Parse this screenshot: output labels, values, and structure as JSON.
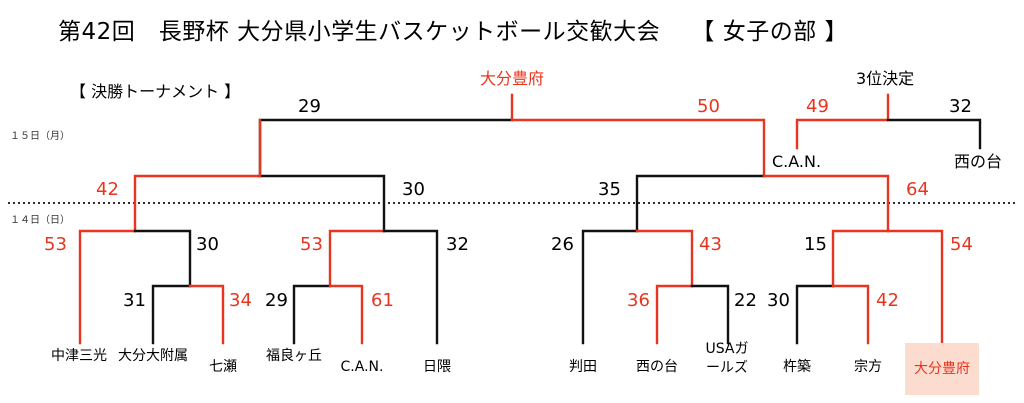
{
  "title": "第42回　長野杯 大分県小学生バスケットボール交歓大会　 【 女子の部 】",
  "subtitle": "【 決勝トーナメント 】",
  "days": {
    "day15": "１５日（月）",
    "day14": "１４日（日）"
  },
  "labels": {
    "champion": "大分豊府",
    "third_place": "3位決定",
    "finalist": "C.A.N.",
    "third_loser": "西の台"
  },
  "teams": [
    "中津三光",
    "大分大附属",
    "七瀬",
    "福良ヶ丘",
    "C.A.N.",
    "日隈",
    "判田",
    "西の台",
    "USAガールズ",
    "杵築",
    "宗方",
    "大分豊府"
  ],
  "scores": {
    "final_left": "29",
    "final_right": "50",
    "third_left": "49",
    "third_right": "32",
    "sf_left_a": "42",
    "sf_left_b": "30",
    "sf_right_a": "35",
    "sf_right_b": "64",
    "qf1_a": "53",
    "qf1_b": "30",
    "qf2_a": "53",
    "qf2_b": "32",
    "qf3_a": "26",
    "qf3_b": "43",
    "qf4_a": "15",
    "qf4_b": "54",
    "r1a_a": "31",
    "r1a_b": "34",
    "r1b_a": "29",
    "r1b_b": "61",
    "r1c_a": "36",
    "r1c_b": "22",
    "r1d_a": "30",
    "r1d_b": "42"
  },
  "colors": {
    "winner": "#e8351f",
    "loser": "#111111",
    "champion_bg": "#fbdccf"
  }
}
